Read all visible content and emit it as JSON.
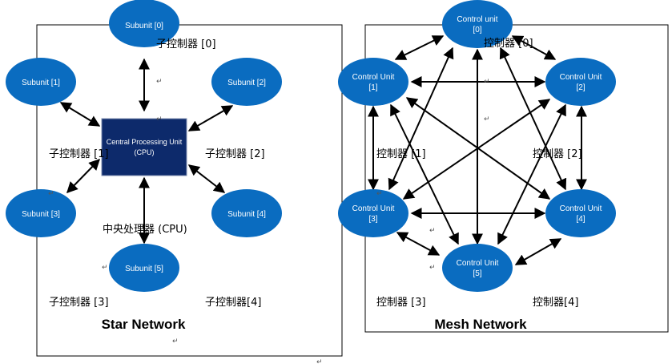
{
  "star": {
    "title": "Star Network",
    "cpu": {
      "line1": "Central Processing Unit",
      "line2": "(CPU)"
    },
    "subunits": [
      "Subunit [0]",
      "Subunit [1]",
      "Subunit [2]",
      "Subunit [3]",
      "Subunit [4]",
      "Subunit [5]"
    ],
    "cn_labels": [
      "子控制器 [0]",
      "子控制器 [1]",
      "子控制器 [2]",
      "中央处理器 (CPU)",
      "子控制器 [3]",
      "子控制器[4]"
    ]
  },
  "mesh": {
    "title": "Mesh Network",
    "units": [
      {
        "line1": "Control unit",
        "line2": "[0]"
      },
      {
        "line1": "Control Unit",
        "line2": "[1]"
      },
      {
        "line1": "Control Unit",
        "line2": "[2]"
      },
      {
        "line1": "Control Unit",
        "line2": "[3]"
      },
      {
        "line1": "Control Unit",
        "line2": "[4]"
      },
      {
        "line1": "Control Unit",
        "line2": "[5]"
      }
    ],
    "cn_labels": [
      "控制器 [0]",
      "控制器 [1]",
      "控制器 [2]",
      "控制器 [3]",
      "控制器[4]"
    ]
  },
  "colors": {
    "node_fill": "#0a6cc0",
    "cpu_fill": "#0d2a6b",
    "arrow": "#000000"
  }
}
